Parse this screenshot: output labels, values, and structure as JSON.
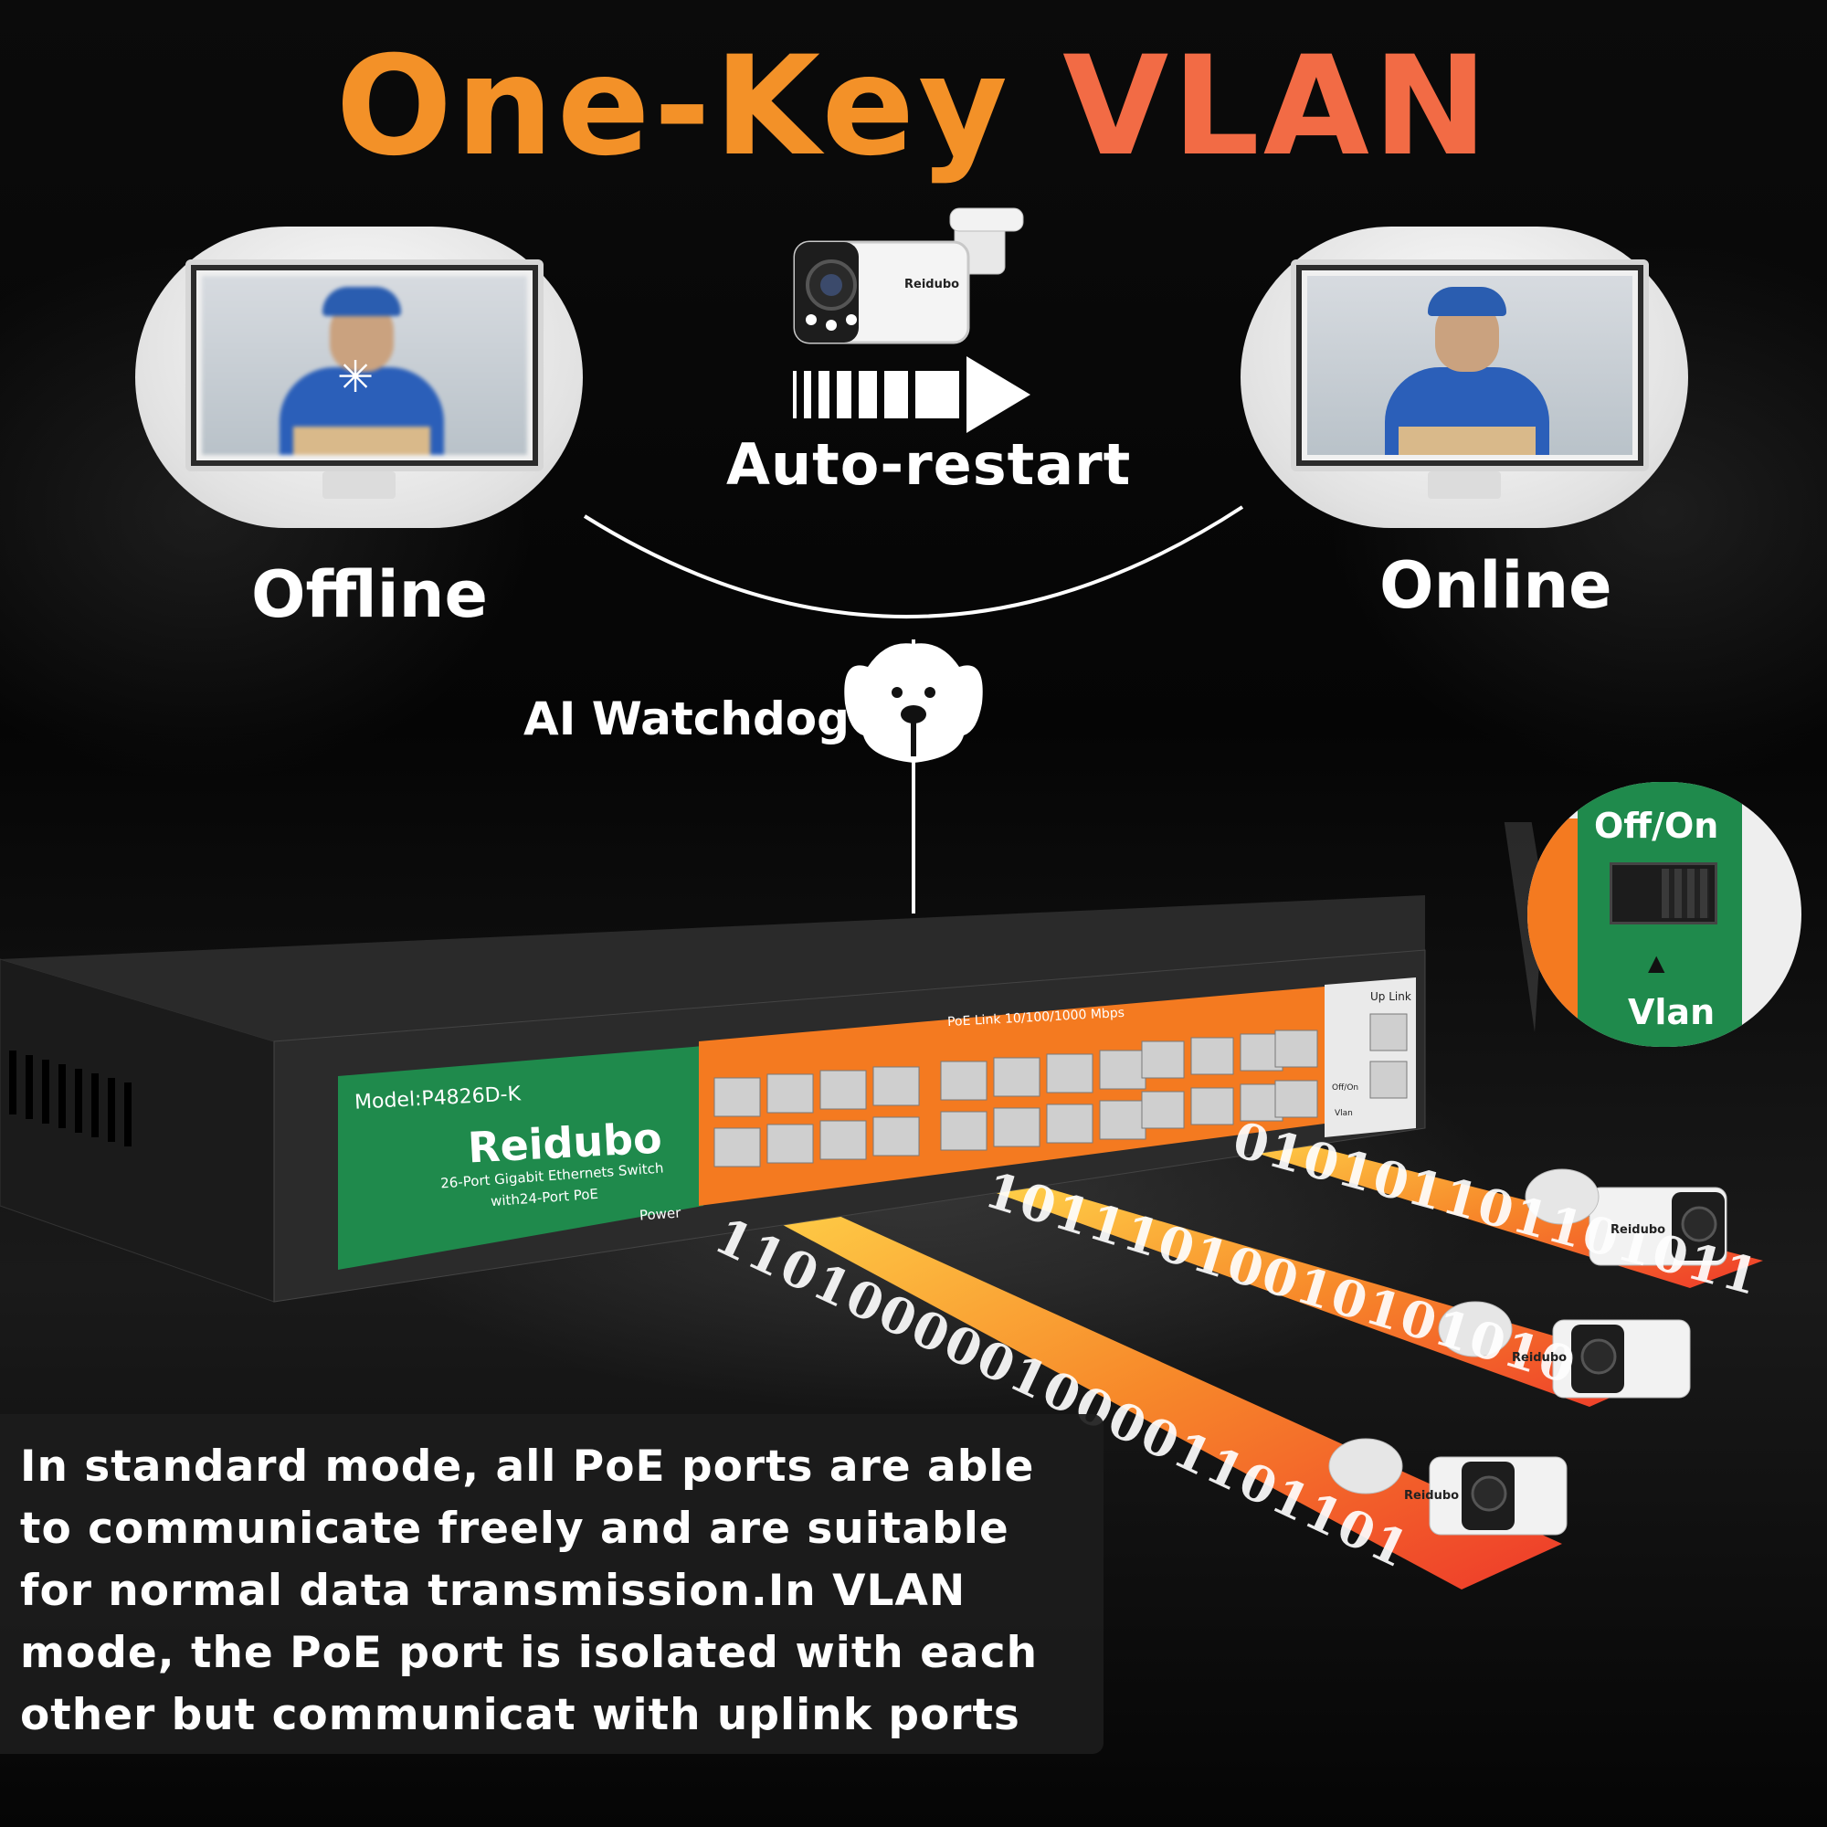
{
  "title": {
    "part1": "One-Key",
    "part2": "VLAN"
  },
  "status": {
    "offline": "Offline",
    "online": "Online"
  },
  "auto_restart": "Auto-restart",
  "watchdog": "AI Watchdog",
  "zoom": {
    "off_on": "Off/On",
    "vlan": "Vlan"
  },
  "switch": {
    "model": "Model:P4826D-K",
    "brand": "Reidubo",
    "subtitle_line1": "26-Port Gigabit Ethernets Switch",
    "subtitle_line2": "with24-Port PoE",
    "power": "Power",
    "poe_link": "PoE Link 10/100/1000 Mbps",
    "uplink": "Up Link",
    "off_on": "Off/On",
    "vlan": "Vlan"
  },
  "camera_brand": "Reidubo",
  "data_streams": [
    "110100000100001101101",
    "10111010010101010",
    "010101101101011"
  ],
  "description": "In standard mode, all PoE ports are able to communicate freely and are suitable for normal data transmission.In VLAN mode, the PoE port is isolated with each other but communicat with uplink ports",
  "colors": {
    "title_orange": "#f39128",
    "title_red": "#f26b45",
    "switch_green": "#1f8a4c",
    "port_orange": "#f47a20",
    "background": "#050505"
  },
  "icons": [
    "dog-face-icon",
    "arrow-right-icon",
    "camera-icon",
    "monitor-icon",
    "loading-spinner-icon"
  ]
}
